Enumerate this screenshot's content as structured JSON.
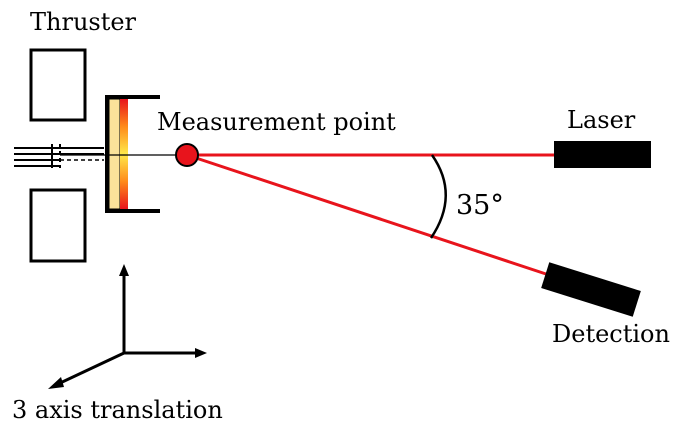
{
  "labels": {
    "thruster": "Thruster",
    "measurement_point": "Measurement point",
    "laser": "Laser",
    "angle": "35°",
    "detection": "Detection",
    "translation": "3 axis translation"
  },
  "colors": {
    "beam": "#e8141c",
    "measurement_point_fill": "#e8141c",
    "plume_light": "#fbe39a",
    "plume_glow_outer": "#e8141c",
    "plume_glow_inner": "#ffe94a",
    "ink": "#000000"
  },
  "angle_degrees": 35
}
